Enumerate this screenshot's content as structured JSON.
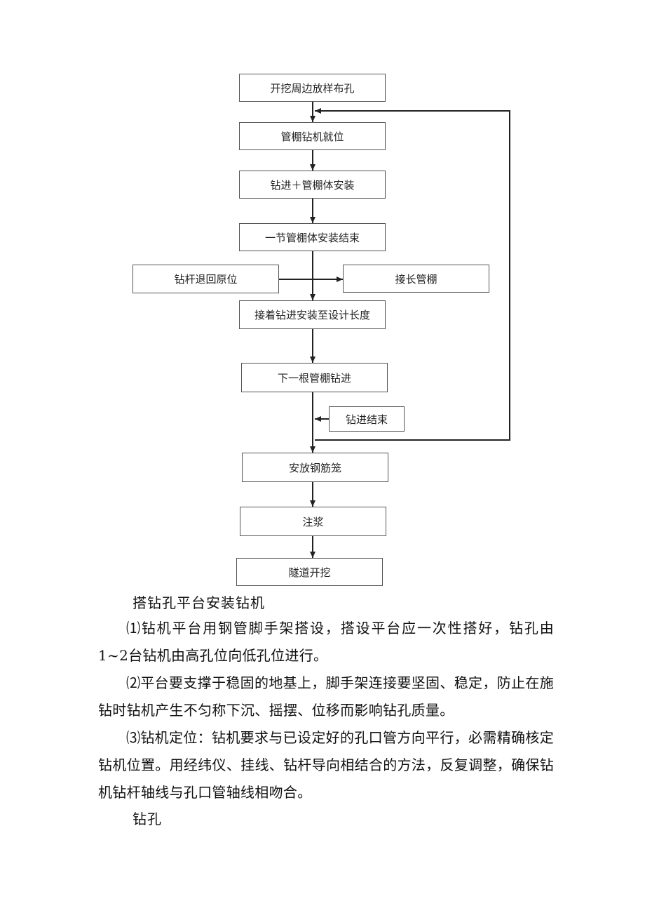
{
  "flowchart": {
    "steps": {
      "s1": "开挖周边放样布孔",
      "s2": "管棚钻机就位",
      "s3": "钻进＋管棚体安装",
      "s4": "一节管棚体安装结束",
      "side_left": "钻杆退回原位",
      "side_right": "接长管棚",
      "s5": "接着钻进安装至设计长度",
      "s6": "下一根管棚钻进",
      "side_end": "钻进结束",
      "s7": "安放钢筋笼",
      "s8": "注浆",
      "s9": "隧道开挖"
    }
  },
  "text": {
    "heading1": "搭钻孔平台安装钻机",
    "p1": "⑴钻机平台用钢管脚手架搭设，搭设平台应一次性搭好，钻孔由1~2台钻机由高孔位向低孔位进行。",
    "p2": "⑵平台要支撑于稳固的地基上，脚手架连接要坚固、稳定，防止在施钻时钻机产生不匀称下沉、摇摆、位移而影响钻孔质量。",
    "p3": "⑶钻机定位：钻机要求与已设定好的孔口管方向平行，必需精确核定钻机位置。用经纬仪、挂线、钻杆导向相结合的方法，反复调整，确保钻机钻杆轴线与孔口管轴线相吻合。",
    "heading2": "钻孔"
  }
}
